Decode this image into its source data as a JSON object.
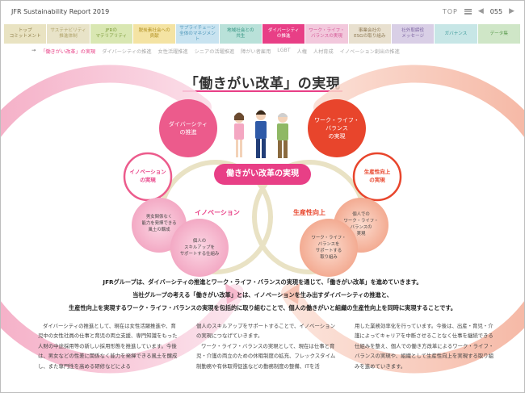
{
  "header": {
    "report_title": "JFR Sustainability Report 2019",
    "top_label": "TOP",
    "page_number": "055",
    "prev_arrow": "◀",
    "next_arrow": "▶"
  },
  "tabs": [
    {
      "label": "トップ\nコミットメント"
    },
    {
      "label": "サステナビリティ\n推進体制"
    },
    {
      "label": "JFRの\nマテリアリティ"
    },
    {
      "label": "脱炭素社会への\n貢献"
    },
    {
      "label": "サプライチェーン\n全体のマネジメント"
    },
    {
      "label": "地域社会との\n共生"
    },
    {
      "label": "ダイバーシティ\nの推進"
    },
    {
      "label": "ワーク・ライフ・\nバランスの実現"
    },
    {
      "label": "事業会社の\nESGの取り組み"
    },
    {
      "label": "社外取締役\nメッセージ"
    },
    {
      "label": "ガバナンス"
    },
    {
      "label": "データ集"
    }
  ],
  "subnav": {
    "arrow": "→",
    "items": [
      "「働きがい改革」の実現",
      "ダイバーシティの推進",
      "女性活躍推進",
      "シニアの活躍推進",
      "障がい者雇用",
      "LGBT",
      "人権",
      "人材育成",
      "イノベーション創出の推進"
    ]
  },
  "heading": "「働きがい改革」の実現",
  "diagram": {
    "center_label": "働きがい改革の実現",
    "diversity_label": "ダイバーシティ\nの推進",
    "wlb_label": "ワーク・ライフ・\nバランス\nの実現",
    "innovation_circle": "イノベーション\nの実現",
    "productivity_circle": "生産性向上\nの実現",
    "innovation_word": "イノベーション",
    "productivity_word": "生産性向上",
    "bubble_diversity_1": "男女関係なく\n能力を発揮できる\n風土の醸成",
    "bubble_diversity_2": "個人の\nスキルアップを\nサポートする仕組み",
    "bubble_wlb_1": "個人での\nワーク・ライフ・\nバランスの\n実現",
    "bubble_wlb_2": "ワーク・ライフ・\nバランスを\nサポートする\n取り組み"
  },
  "lead": {
    "line1": "JFRグループは、ダイバーシティの推進とワーク・ライフ・バランスの実現を通じて、「働きがい改革」を進めていきます。",
    "line2": "当社グループの考える「働きがい改革」とは、イノベーションを生み出すダイバーシティの推進と、",
    "line3": "生産性向上を実現するワーク・ライフ・バランスの実現を包括的に取り組むことで、個人の働きがいと組織の生産性向上を同時に実現することです。"
  },
  "body": {
    "col1": "ダイバーシティの推進として、現在は女性活躍推進や、育児中の女性社員の仕事と育児の両立支援、専門知識をもった人財の中途採用等の新しい採用形態を推進しています。今後は、男女などの性差に関係なく能力を発揮できる風土を醸成し、また専門性を高める研修などによる",
    "col2a": "個人のスキルアップをサポートすることで、イノベーションの実現につなげていきます。",
    "col2b": "ワーク・ライフ・バランスの実現として、現在は仕事と育児・介護の両立のための休暇制度の拡充、フレックスタイム制勤務や有休取得促進などの勤務制度の整備、ITを活",
    "col3": "用した業務効率化を行っています。今後は、出産・育児・介護によってキャリアを中断させることなく仕事を継続できる仕組みを整え、個人での働き方改革によるワーク・ライフ・バランスの実現や、組織として生産性向上を実現する取り組みを進めていきます。"
  },
  "colors": {
    "accent_pink": "#e83f86",
    "diversity_pink": "#ec5b8c",
    "wlb_red": "#e8452c",
    "venn_ring": "#e9e2c4"
  }
}
